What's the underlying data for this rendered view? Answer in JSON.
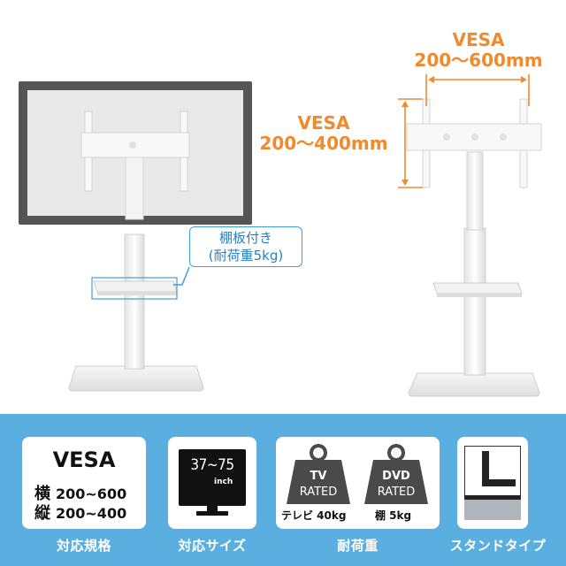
{
  "annotations": {
    "vesa_horizontal": {
      "line1": "VESA",
      "line2": "200～600mm"
    },
    "vesa_vertical": {
      "line1": "VESA",
      "line2": "200～400mm"
    },
    "shelf_callout": {
      "line1": "棚板付き",
      "line2": "(耐荷重5kg)"
    },
    "accent_color": "#f08a2c",
    "callout_color": "#3ea0db"
  },
  "features": {
    "band_color": "#5aaee0",
    "vesa": {
      "title": "VESA",
      "row1_key": "横",
      "row1_value": "200~600",
      "row2_key": "縦",
      "row2_value": "200~400",
      "caption": "対応規格"
    },
    "size": {
      "range": "37~75",
      "unit": "inch",
      "caption": "対応サイズ"
    },
    "load": {
      "tv_weight_line1": "TV",
      "tv_weight_line2": "RATED",
      "tv_caption": "テレビ 40kg",
      "dvd_weight_line1": "DVD",
      "dvd_weight_line2": "RATED",
      "dvd_caption": "棚 5kg",
      "caption": "耐荷重"
    },
    "type": {
      "icon": "stand-type-icon",
      "caption": "スタンドタイプ"
    }
  }
}
